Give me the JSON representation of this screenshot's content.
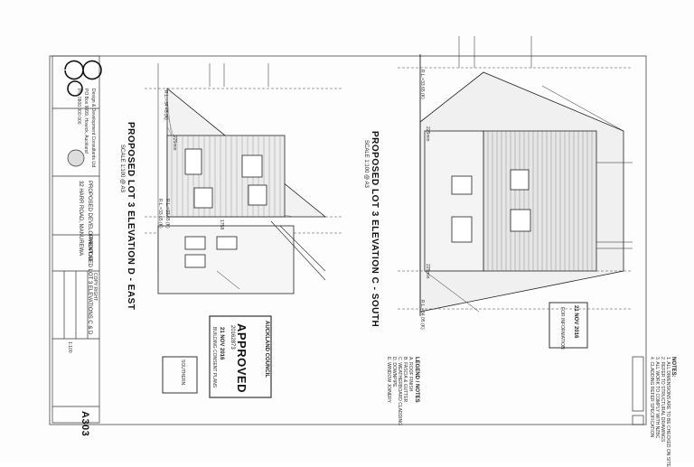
{
  "title_block": {
    "firm_name": "Design & Development Consultants Ltd",
    "firm_address": "PO Box 9999, Howick, Auckland",
    "firm_phone": "Ph: 0800 000 000",
    "project_label": "PROPOSED DEVELOPMENT AT",
    "project_address": "32 HARR ROAD, MANUREWA",
    "sheet_title": "PROPOSED LOT 3 ELEVATIONS C & D",
    "drawing_no": "A303",
    "scale_label": "1:100",
    "copy_right": "COPY RIGHT"
  },
  "elevation_east": {
    "title": "PROPOSED LOT 3 ELEVATION D - EAST",
    "scale": "SCALE 1:100 @ A3",
    "rl_top": "R.L.=34.45 (A)",
    "rl_bottom": "R.L.=33.65 (K)",
    "rl_bottom2": "R.L.=33.65 (K)",
    "dim_1": "225min",
    "dim_2": "1758"
  },
  "elevation_south": {
    "title": "PROPOSED LOT 3 ELEVATION C - SOUTH",
    "scale": "SCALE 1:100 @ A3",
    "rl_top": "R.L.=33.65 (K)",
    "rl_bottom": "R.L.=34.05 (K)",
    "dim_1": "225min",
    "dim_2": "225min"
  },
  "stamps": {
    "council": "AUCKLAND COUNCIL",
    "approved": "APPROVED",
    "consent_no": "20162873",
    "date": "21 NOV 2016",
    "date2": "21 NOV 2016",
    "sub": "BUILDING CONSENT PLANS",
    "for_info": "FOR INFORMATION",
    "southern": "SOUTHERN"
  },
  "notes": {
    "heading": "NOTES:",
    "items": [
      "1. ALL DIMENSIONS ARE TO BE CHECKED ON SITE",
      "2. REFER TO STRUCTURAL DRAWINGS",
      "3. ALL WORK TO COMPLY WITH NZBC",
      "4. CLADDING REFER SPECIFICATION"
    ],
    "legend_heading": "LEGEND / NOTES",
    "legend_items": [
      "A. ROOF FINISH",
      "B. FASCIA & GUTTER",
      "C. WEATHERBOARD CLADDING",
      "D. DOWNPIPE",
      "E. WINDOW JOINERY"
    ]
  },
  "colors": {
    "ink": "#222222",
    "paper": "#fdfdfd",
    "hatch": "#555555"
  }
}
